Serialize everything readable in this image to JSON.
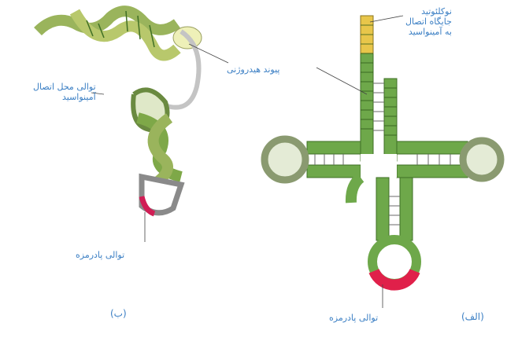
{
  "labels": {
    "nucleotide_site_line1": "نوکلئوتید",
    "nucleotide_site_line2": "جایگاه اتصال",
    "nucleotide_site_line3": "به آمینواسید",
    "hydrogen_bond": "پیوند هیدروژنی",
    "aa_site_line1": "توالی محل اتصال",
    "aa_site_line2": "آمینواسید",
    "anticodon_left": "توالی پادرمزه",
    "anticodon_right": "توالی پادرمزه",
    "caption_a": "(الف)",
    "caption_b": "(ب)"
  },
  "colors": {
    "stem_green": "#5f9a3c",
    "stem_dark": "#3f6f25",
    "loop_fill": "#d8e3c4",
    "anticodon_red": "#e0204a",
    "acceptor_yellow": "#e8c64a",
    "label_blue": "#3b7fc4"
  }
}
